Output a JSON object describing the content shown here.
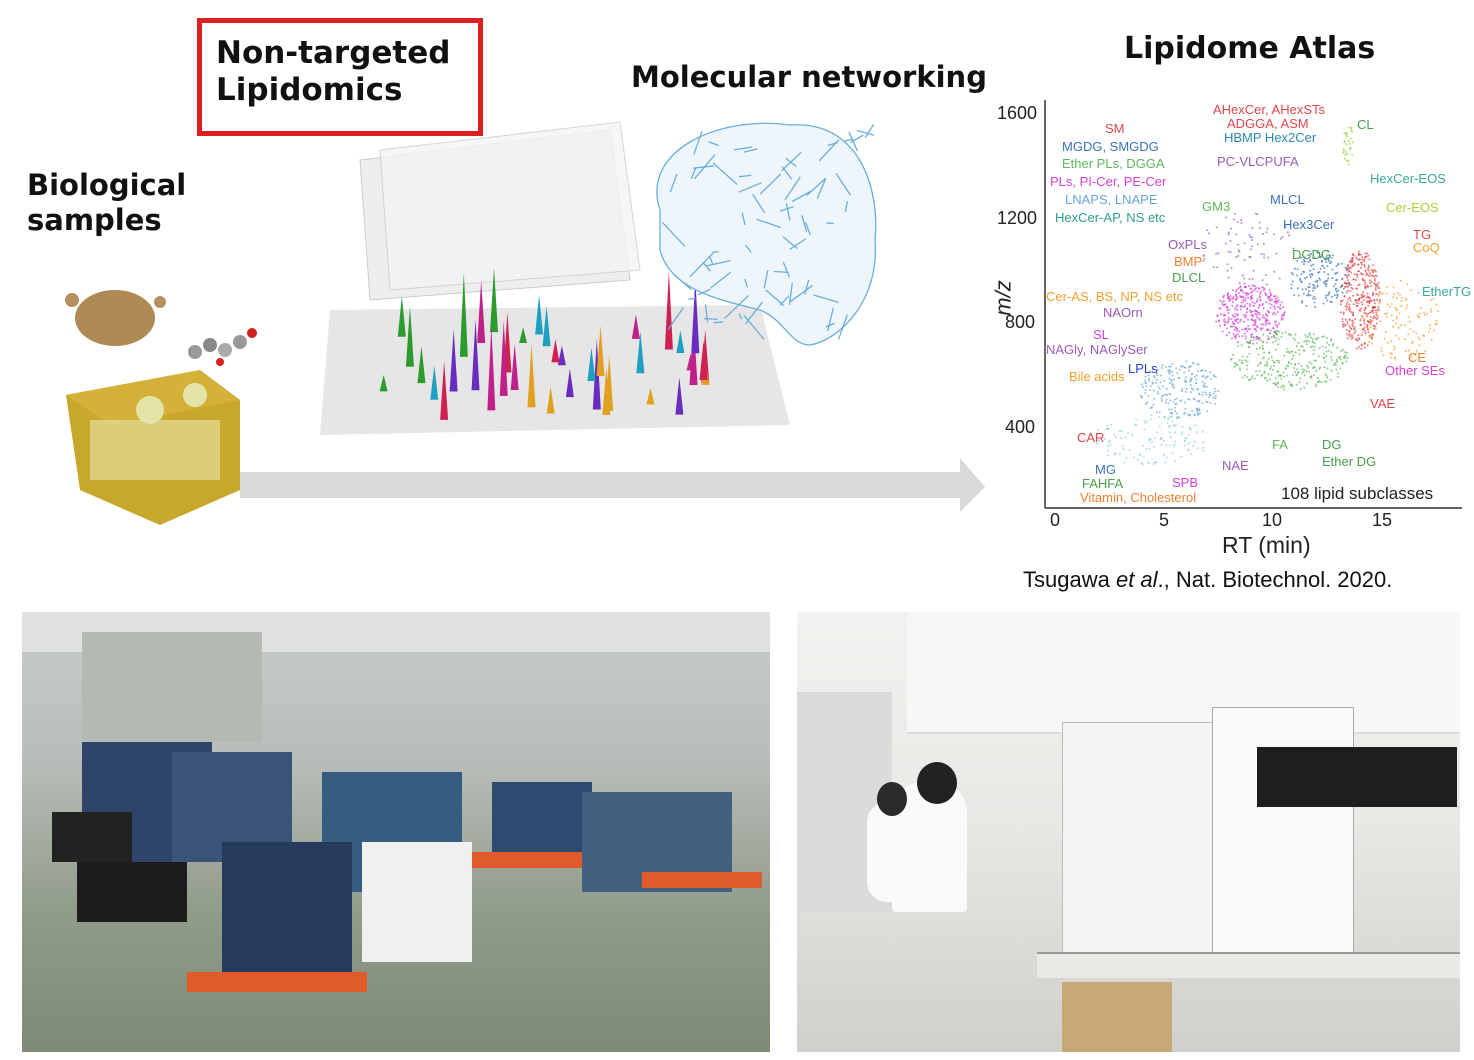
{
  "headings": {
    "non_targeted": "Non-targeted\nLipidomics",
    "non_targeted_line1": "Non-targeted",
    "non_targeted_line2": "Lipidomics",
    "molecular_networking": "Molecular networking",
    "lipidome_atlas": "Lipidome Atlas",
    "bio_line1": "Biological",
    "bio_line2": "samples"
  },
  "atlas": {
    "ylabel": "m/z",
    "xlabel": "RT (min)",
    "yticks": [
      "1600",
      "1200",
      "800",
      "400"
    ],
    "xticks": [
      "0",
      "5",
      "10",
      "15"
    ],
    "summary": "108 lipid subclasses",
    "labels": [
      {
        "text": "SM",
        "color": "#e0474c"
      },
      {
        "text": "MGDG, SMGDG",
        "color": "#3b73b9"
      },
      {
        "text": "Ether PLs, DGGA",
        "color": "#5cb85c"
      },
      {
        "text": "PLs, PI-Cer, PE-Cer",
        "color": "#d63fd6"
      },
      {
        "text": "LNAPS, LNAPE",
        "color": "#6aa6d8"
      },
      {
        "text": "HexCer-AP, NS etc",
        "color": "#2e9e8e"
      },
      {
        "text": "AHexCer, AHexSTs",
        "color": "#e0474c"
      },
      {
        "text": "ADGGA, ASM",
        "color": "#e0474c"
      },
      {
        "text": "HBMP Hex2Cer",
        "color": "#2a8bb0"
      },
      {
        "text": "PC-VLCPUFA",
        "color": "#9c5bb8"
      },
      {
        "text": "CL",
        "color": "#4a9e4a"
      },
      {
        "text": "HexCer-EOS",
        "color": "#3aa89a"
      },
      {
        "text": "Cer-EOS",
        "color": "#b8c93a"
      },
      {
        "text": "GM3",
        "color": "#5cb85c"
      },
      {
        "text": "MLCL",
        "color": "#3b73b9"
      },
      {
        "text": "Hex3Cer",
        "color": "#3b73b9"
      },
      {
        "text": "TG",
        "color": "#e0474c"
      },
      {
        "text": "CoQ",
        "color": "#f0a030"
      },
      {
        "text": "DGDG",
        "color": "#4a9e4a"
      },
      {
        "text": "OxPLs",
        "color": "#9c5bb8"
      },
      {
        "text": "BMP",
        "color": "#f08030"
      },
      {
        "text": "DLCL",
        "color": "#4a9e4a"
      },
      {
        "text": "EtherTG",
        "color": "#3aa89a"
      },
      {
        "text": "Cer-AS, BS, NP, NS etc",
        "color": "#f0a030"
      },
      {
        "text": "NAOrn",
        "color": "#9c5bb8"
      },
      {
        "text": "SL",
        "color": "#d63fd6"
      },
      {
        "text": "NAGly, NAGlySer",
        "color": "#9c5bb8"
      },
      {
        "text": "LPLs",
        "color": "#2a3fd6"
      },
      {
        "text": "Bile acids",
        "color": "#f0a030"
      },
      {
        "text": "CE",
        "color": "#f08030"
      },
      {
        "text": "Other SEs",
        "color": "#d63fd6"
      },
      {
        "text": "VAE",
        "color": "#e0474c"
      },
      {
        "text": "CAR",
        "color": "#e0474c"
      },
      {
        "text": "FA",
        "color": "#5cb85c"
      },
      {
        "text": "DG",
        "color": "#4a9e4a"
      },
      {
        "text": "Ether DG",
        "color": "#4a9e4a"
      },
      {
        "text": "NAE",
        "color": "#9c5bb8"
      },
      {
        "text": "MG",
        "color": "#3b73b9"
      },
      {
        "text": "FAHFA",
        "color": "#4a9e4a"
      },
      {
        "text": "SPB",
        "color": "#d63fd6"
      },
      {
        "text": "Vitamin, Cholesterol",
        "color": "#f08030"
      }
    ]
  },
  "citation": {
    "author": "Tsugawa ",
    "etal": "et al",
    "rest": "., Nat. Biotechnol. 2020."
  },
  "colors": {
    "highlight_box": "#e02020",
    "arrow": "#d9d9d9"
  }
}
